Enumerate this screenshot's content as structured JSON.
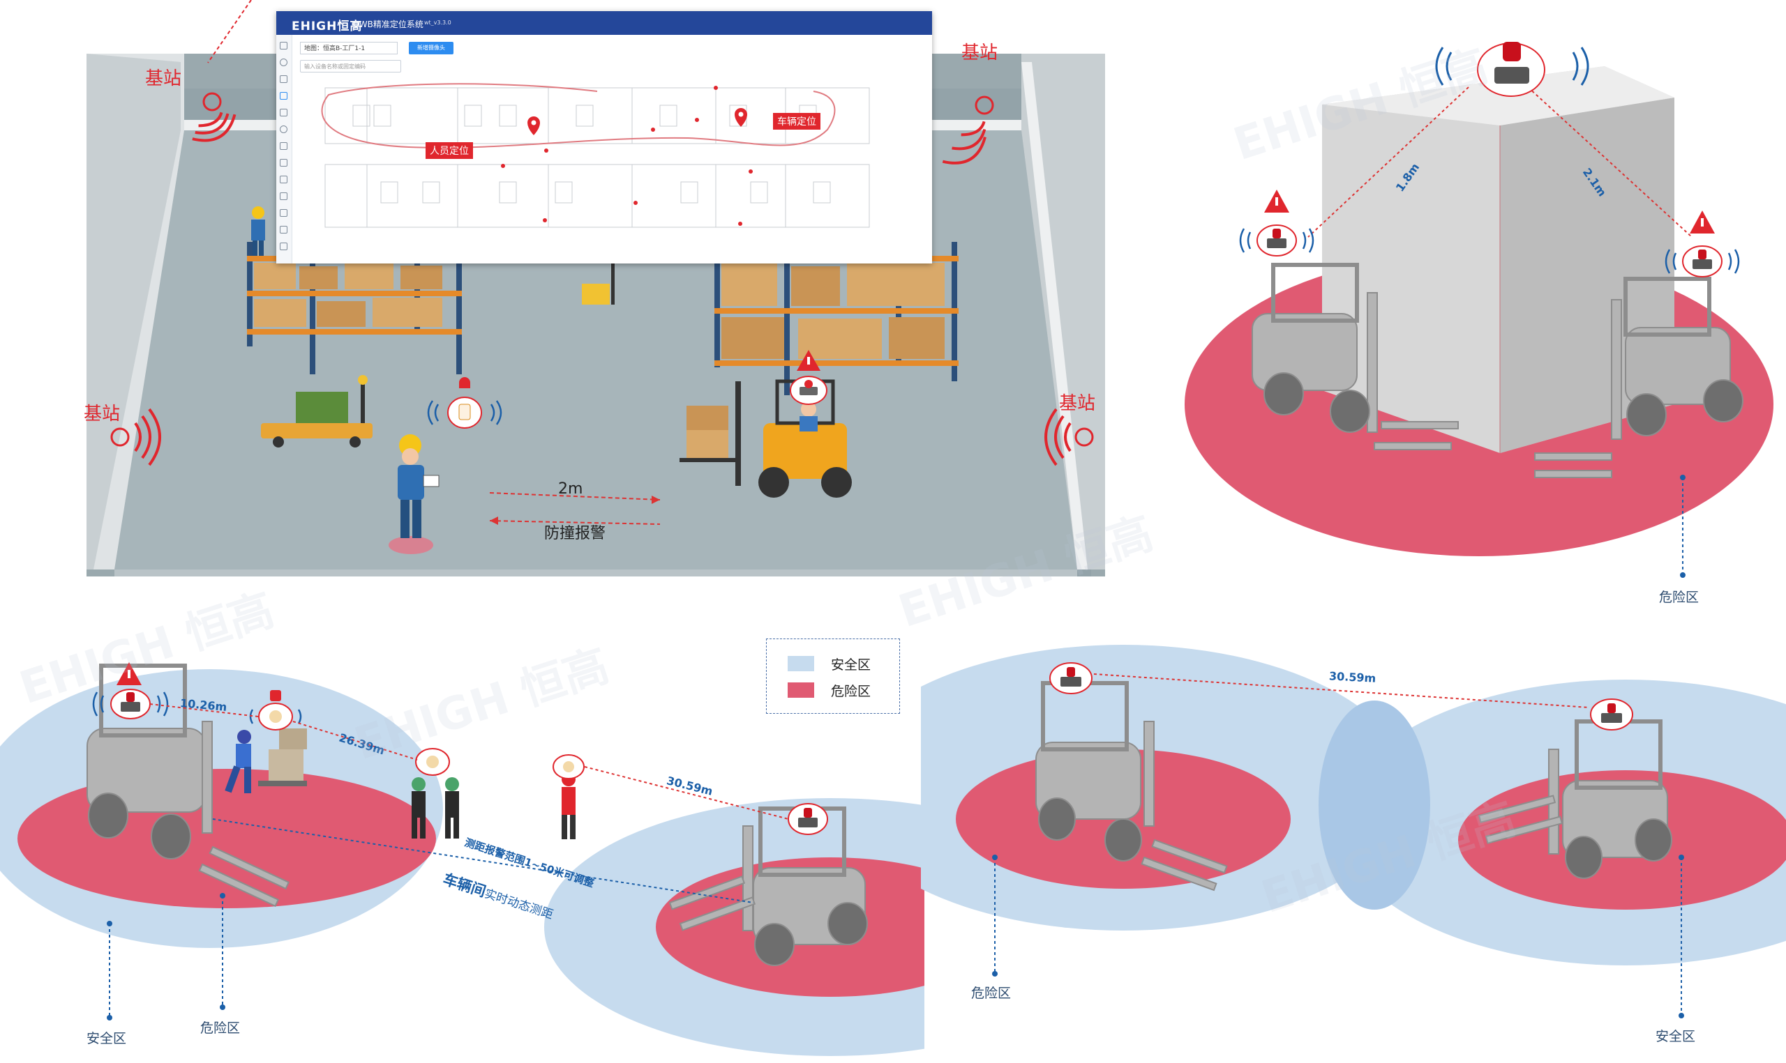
{
  "uwb_app": {
    "logo": "EHIGH恒高",
    "title": "UWB精准定位系统",
    "version": "wt_v3.3.0",
    "map_select": "地图：恒高B-工厂1-1",
    "add_button": "新增摄像头",
    "search_placeholder": "输入设备名称或固定编码",
    "tags": {
      "person": "人员定位",
      "vehicle": "车辆定位"
    }
  },
  "warehouse": {
    "stations": [
      "基站",
      "基站",
      "基站",
      "基站"
    ],
    "distance": "2m",
    "alarm": "防撞报警"
  },
  "pillar_diagram": {
    "distances": [
      "1.8m",
      "2.1m"
    ],
    "zone": "危险区"
  },
  "multi_diagram": {
    "distances": [
      "10.26m",
      "26.39m",
      "30.59m"
    ],
    "range_note": "测距报警范围1~50米可调整",
    "vehicle_note_bold": "车辆间",
    "vehicle_note_rest": "实时动态测距",
    "zone_safe": "安全区",
    "zone_danger": "危险区"
  },
  "legend": {
    "safe": "安全区",
    "danger": "危险区"
  },
  "two_vehicle_diagram": {
    "distance": "30.59m",
    "zone_danger": "危险区",
    "zone_safe": "安全区"
  },
  "watermark": "EHIGH 恒高",
  "colors": {
    "safe_zone": "#c6dbee",
    "danger_zone": "#e05a72",
    "brand_red": "#e0262d",
    "app_header": "#24479a",
    "forklift": "#b8b8b8"
  }
}
